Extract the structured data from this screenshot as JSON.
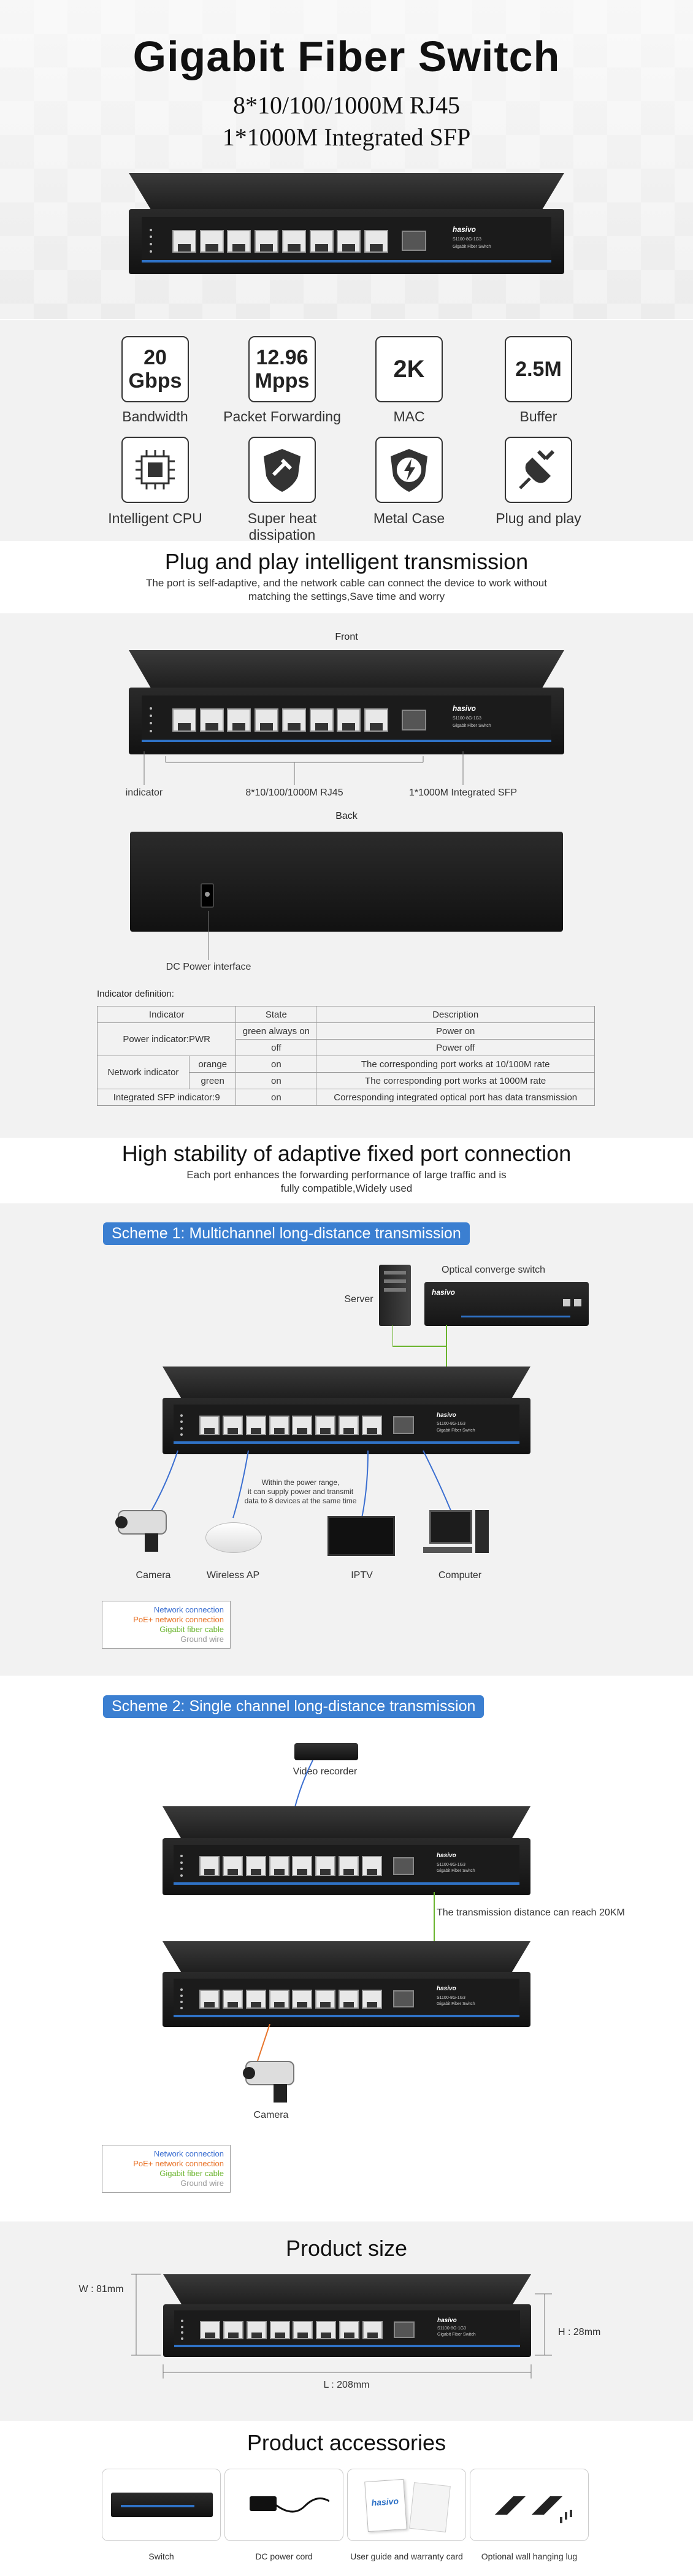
{
  "hero": {
    "title": "Gigabit Fiber Switch",
    "subtitle_1": "8*10/100/1000M RJ45",
    "subtitle_2": "1*1000M Integrated SFP"
  },
  "device": {
    "brand": "hasivo",
    "model": "S1100-8G-1G3",
    "product_line": "Gigabit Fiber Switch"
  },
  "features": [
    {
      "value": "20\nGbps",
      "label": "Bandwidth",
      "icon": "bandwidth-badge"
    },
    {
      "value": "12.96\nMpps",
      "label": "Packet Forwarding",
      "icon": "forwarding-badge"
    },
    {
      "value": "2K",
      "label": "MAC",
      "icon": "mac-badge"
    },
    {
      "value": "2.5M",
      "label": "Buffer",
      "icon": "buffer-badge"
    },
    {
      "value": "",
      "label": "Intelligent CPU",
      "icon": "cpu-icon"
    },
    {
      "value": "",
      "label": "Super heat dissipation",
      "icon": "shield-icon"
    },
    {
      "value": "",
      "label": "Metal Case",
      "icon": "lightning-shield-icon"
    },
    {
      "value": "",
      "label": "Plug and play",
      "icon": "plug-icon"
    }
  ],
  "plug_section": {
    "title": "Plug and play intelligent transmission",
    "desc_1": "The port is self-adaptive, and the network cable can connect the device to work without",
    "desc_2": "matching the settings,Save time and worry"
  },
  "panels": {
    "front_label": "Front",
    "indicator_label": "indicator",
    "rj45_label": "8*10/100/1000M RJ45",
    "sfp_label": "1*1000M Integrated SFP",
    "back_label": "Back",
    "dc_label": "DC Power interface",
    "definition_title": "Indicator definition:"
  },
  "indicator_table": {
    "headers": [
      "Indicator",
      "State",
      "Description"
    ],
    "rows": [
      {
        "indicator": "Power indicator:PWR",
        "sub": "",
        "state": "green always on",
        "desc": "Power on"
      },
      {
        "indicator": "",
        "sub": "",
        "state": "off",
        "desc": "Power off"
      },
      {
        "indicator": "Network indicator",
        "sub": "orange",
        "state": "on",
        "desc": "The corresponding port works at 10/100M rate"
      },
      {
        "indicator": "",
        "sub": "green",
        "state": "on",
        "desc": "The corresponding port works at 1000M rate"
      },
      {
        "indicator": "Integrated SFP indicator:9",
        "sub": "",
        "state": "on",
        "desc": "Corresponding integrated optical port has data transmission"
      }
    ]
  },
  "stability": {
    "title": "High stability of adaptive fixed port connection",
    "desc_1": "Each port enhances the forwarding performance of large traffic and is",
    "desc_2": "fully compatible,Widely used"
  },
  "scheme1": {
    "tag": "Scheme 1: Multichannel long-distance transmission",
    "server": "Server",
    "optical": "Optical converge switch",
    "note_1": "Within the power range,",
    "note_2": "it can supply power and transmit",
    "note_3": "data to 8 devices at the same time",
    "devices": [
      "Camera",
      "Wireless AP",
      "IPTV",
      "Computer"
    ]
  },
  "legend": {
    "items": [
      {
        "text": "Network connection",
        "color": "#3b6fd1"
      },
      {
        "text": "PoE+ network connection",
        "color": "#e8742a"
      },
      {
        "text": "Gigabit fiber cable",
        "color": "#6ab42d"
      },
      {
        "text": "Ground wire",
        "color": "#999999"
      }
    ]
  },
  "scheme2": {
    "tag": "Scheme 2: Single channel long-distance transmission",
    "recorder": "Video recorder",
    "distance": "The transmission distance can reach 20KM",
    "camera": "Camera"
  },
  "size": {
    "title": "Product size",
    "w": "W : 81mm",
    "h": "H : 28mm",
    "l": "L : 208mm"
  },
  "accessories": {
    "title": "Product accessories",
    "items": [
      "Switch",
      "DC power cord",
      "User guide and warranty card",
      "Optional wall hanging lug"
    ]
  },
  "colors": {
    "accent": "#3b7fd1",
    "device_blue": "#2f72c6"
  }
}
